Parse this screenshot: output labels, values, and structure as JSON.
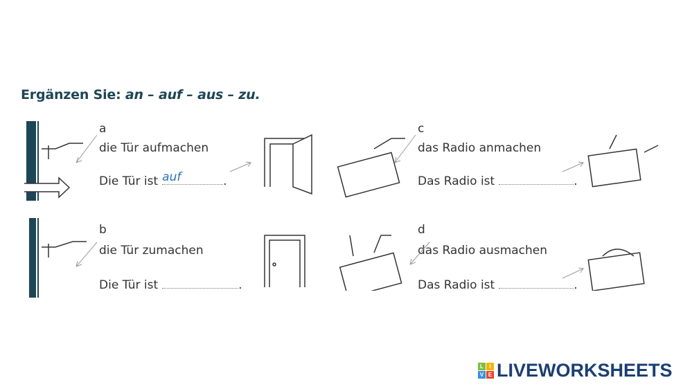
{
  "title": {
    "prefix": "Ergänzen Sie: ",
    "words": "an – auf – aus – zu."
  },
  "items": [
    {
      "letter": "a",
      "phrase": "die Tür aufmachen",
      "sentence": "Die Tür ist",
      "answer": "auf"
    },
    {
      "letter": "b",
      "phrase": "die Tür zumachen",
      "sentence": "Die Tür ist",
      "answer": ""
    },
    {
      "letter": "c",
      "phrase": "das Radio anmachen",
      "sentence": "Das Radio ist",
      "answer": ""
    },
    {
      "letter": "d",
      "phrase": "das Radio ausmachen",
      "sentence": "Das Radio ist",
      "answer": ""
    }
  ],
  "logo": {
    "text": "LIVEWORKSHEETS",
    "letters": [
      "L",
      "I",
      "V",
      "E"
    ]
  },
  "colors": {
    "title": "#1d4656",
    "answer": "#2a6fb5",
    "logo": "#1b3f73"
  }
}
